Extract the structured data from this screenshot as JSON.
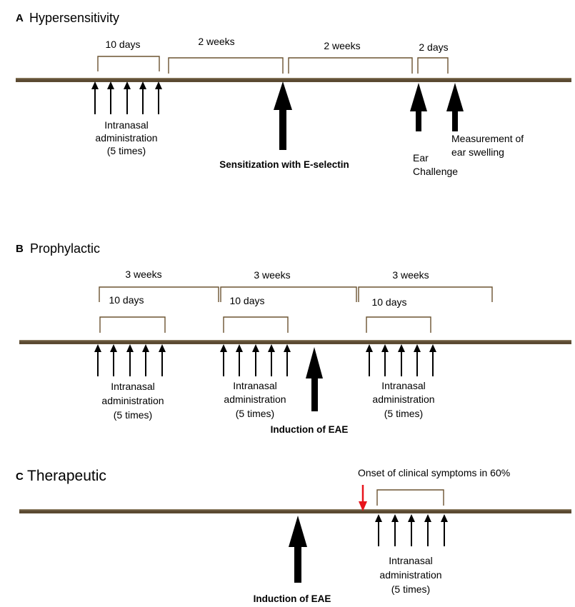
{
  "panel_a": {
    "letter": "A",
    "title": "Hypersensitivity",
    "durations": [
      "10 days",
      "2 weeks",
      "2 weeks",
      "2 days"
    ],
    "admin_label": [
      "Intranasal",
      "administration",
      "(5 times)"
    ],
    "sensitization_label": "Sensitization with E-selectin",
    "ear_label": [
      "Ear",
      "Challenge"
    ],
    "measurement_label": [
      "Measurement of",
      "ear swelling"
    ]
  },
  "panel_b": {
    "letter": "B",
    "title": "Prophylactic",
    "weeks": [
      "3 weeks",
      "3 weeks",
      "3 weeks"
    ],
    "days": [
      "10 days",
      "10 days",
      "10 days"
    ],
    "admin_label": [
      "Intranasal",
      "administration",
      "(5 times)"
    ],
    "induction_label": "Induction of EAE"
  },
  "panel_c": {
    "letter": "C",
    "title": "Therapeutic",
    "onset_label": "Onset of clinical symptoms in 60%",
    "admin_label": [
      "Intranasal",
      "administration",
      "(5 times)"
    ],
    "induction_label": "Induction of EAE",
    "onset_arrow_color": "#e8141c"
  },
  "colors": {
    "timeline": "#5b4a32",
    "bracket": "#6b5330"
  }
}
